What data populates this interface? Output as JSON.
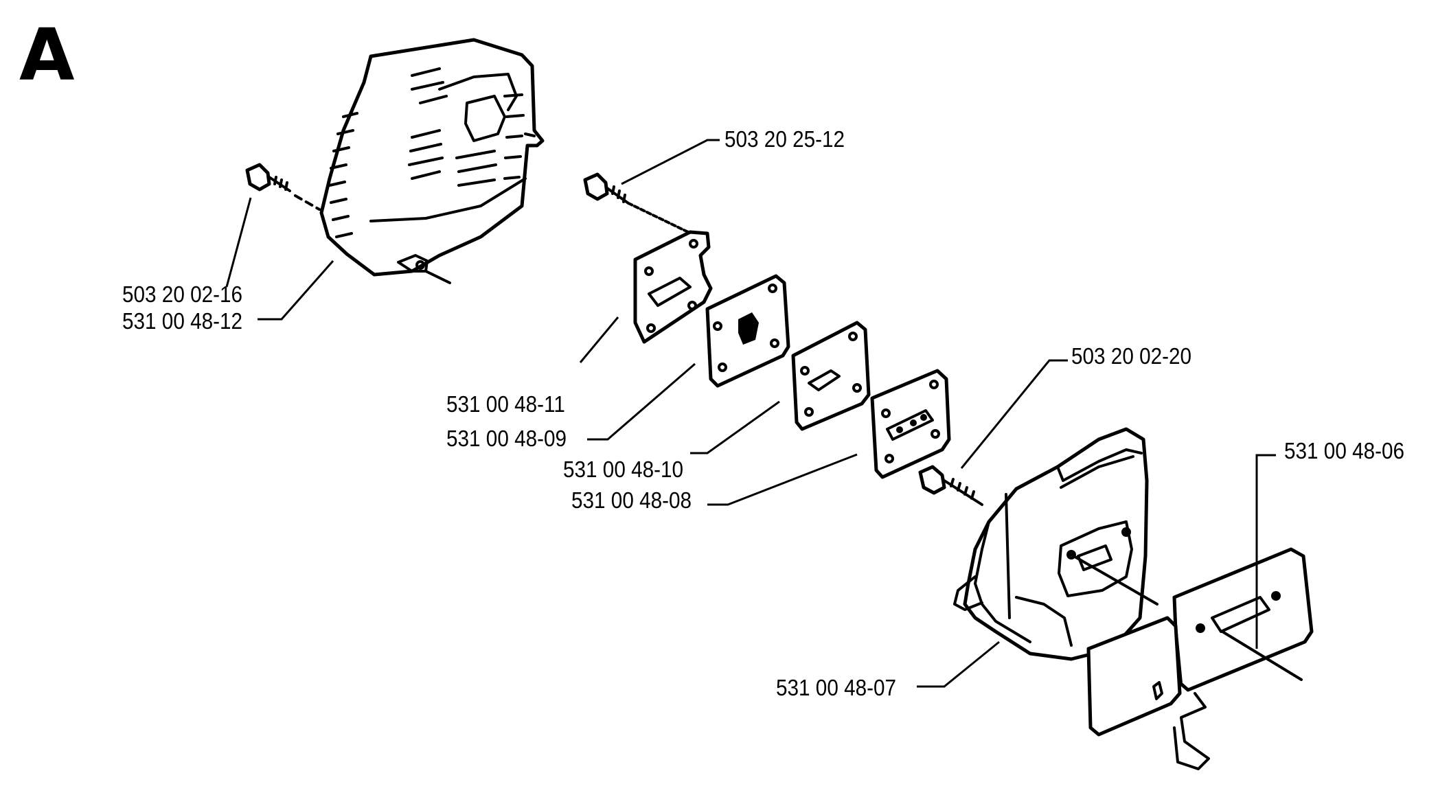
{
  "section": {
    "letter": "A"
  },
  "callouts": [
    {
      "part_number": "503 20 25-12"
    },
    {
      "part_number": "503 20 02-16"
    },
    {
      "part_number": "531 00 48-12"
    },
    {
      "part_number": "531 00 48-11"
    },
    {
      "part_number": "531 00 48-09"
    },
    {
      "part_number": "531 00 48-10"
    },
    {
      "part_number": "531 00 48-08"
    },
    {
      "part_number": "503 20 02-20"
    },
    {
      "part_number": "531 00 48-06"
    },
    {
      "part_number": "531 00 48-07"
    }
  ]
}
